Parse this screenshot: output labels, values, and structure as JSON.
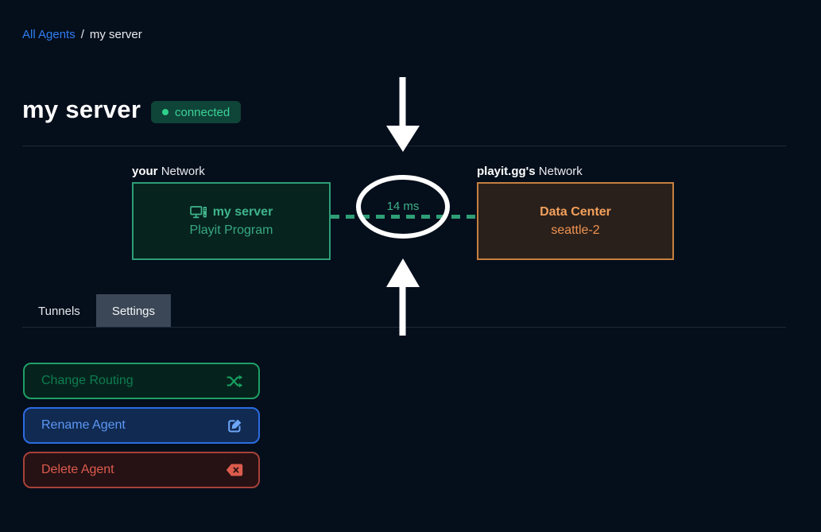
{
  "breadcrumb": {
    "link": "All Agents",
    "separator": "/",
    "current": "my server"
  },
  "header": {
    "title": "my server",
    "status_label": "connected"
  },
  "diagram": {
    "left": {
      "label_bold": "your",
      "label_rest": "Network",
      "title": "my server",
      "subtitle": "Playit Program",
      "icon": "monitor-server-icon"
    },
    "right": {
      "label_bold": "playit.gg's",
      "label_rest": "Network",
      "title": "Data Center",
      "subtitle": "seattle-2"
    },
    "latency": "14 ms"
  },
  "annotation": {
    "shapes": "white ellipse highlighting latency, down arrow above, up arrow below",
    "color": "#ffffff"
  },
  "tabs": {
    "items": [
      {
        "label": "Tunnels",
        "active": false
      },
      {
        "label": "Settings",
        "active": true
      }
    ]
  },
  "actions": {
    "buttons": [
      {
        "label": "Change Routing",
        "icon": "shuffle-icon"
      },
      {
        "label": "Rename Agent",
        "icon": "edit-icon"
      },
      {
        "label": "Delete Agent",
        "icon": "backspace-icon"
      }
    ]
  },
  "colors": {
    "background": "#050e1b",
    "link_blue": "#2e7ef5",
    "status_green": "#3bd398",
    "status_badge_bg": "#0f4438",
    "agent_green": "#3fb48b",
    "agent_border": "#2e9e76",
    "datacenter_orange": "#f2a05c",
    "datacenter_border": "#c5803f",
    "routing_green": "#0e7d52",
    "rename_blue": "#5b98f5",
    "delete_red": "#dc5c4d",
    "tab_active_bg": "#3b4756",
    "annotation_white": "#ffffff"
  }
}
